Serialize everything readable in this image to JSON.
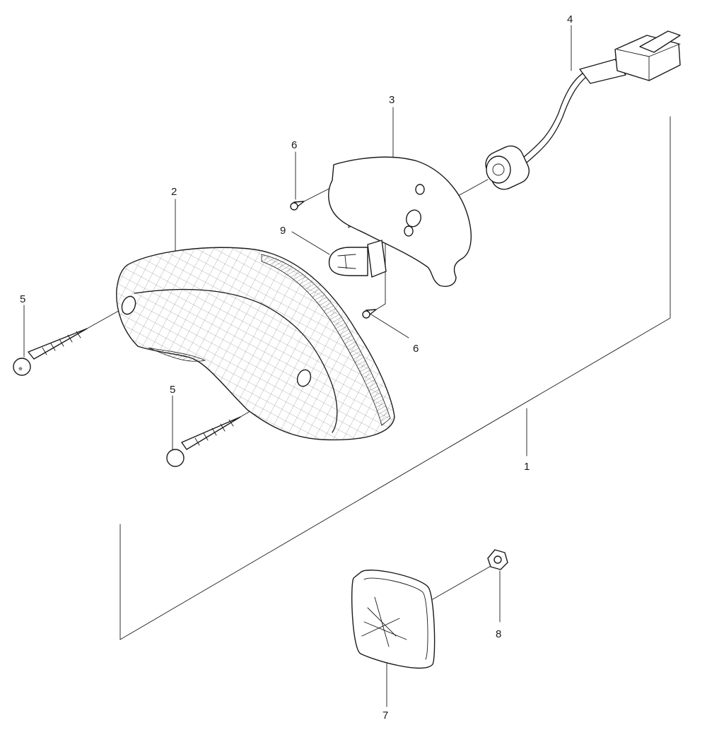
{
  "callouts": {
    "c1": "1",
    "c2": "2",
    "c3": "3",
    "c4": "4",
    "c5a": "5",
    "c5b": "5",
    "c6a": "6",
    "c6b": "6",
    "c7": "7",
    "c8": "8",
    "c9": "9"
  },
  "colors": {
    "line": "#1a1a1a",
    "background": "#ffffff"
  }
}
